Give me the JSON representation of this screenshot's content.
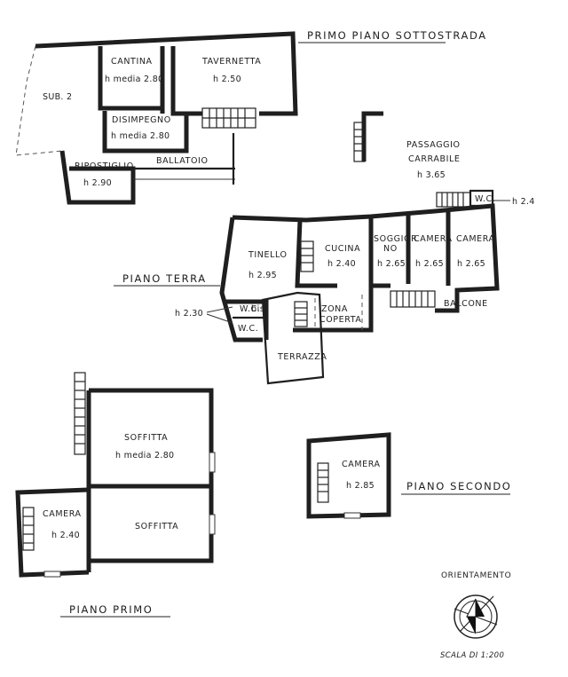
{
  "levels": {
    "sottostrada": "PRIMO PIANO SOTTOSTRADA",
    "terra": "PIANO TERRA",
    "primo": "PIANO PRIMO",
    "secondo": "PIANO SECONDO"
  },
  "sottostrada_rooms": {
    "cantina": {
      "name": "CANTINA",
      "height": "h media 2.80"
    },
    "tavernetta": {
      "name": "TAVERNETTA",
      "height": "h 2.50"
    },
    "disimpegno": {
      "name": "DISIMPEGNO",
      "height": "h media 2.80"
    },
    "ripostiglio": {
      "name": "RIPOSTIGLIO",
      "height": "h 2.90"
    },
    "ballatoio": "BALLATOIO",
    "sub": "SUB. 2",
    "passaggio": {
      "name1": "PASSAGGIO",
      "name2": "CARRABILE",
      "height": "h 3.65"
    }
  },
  "terra_rooms": {
    "tinello": {
      "name": "TINELLO",
      "height": "h 2.95"
    },
    "cucina": {
      "name": "CUCINA",
      "height": "h 2.40"
    },
    "soggiorno": {
      "name1": "SOGGIOR",
      "name2": "NO",
      "height": "h 2.65"
    },
    "camera1": {
      "name": "CAMERA",
      "height": "h 2.65"
    },
    "camera2": {
      "name": "CAMERA",
      "height": "h 2.65"
    },
    "wc1": "W.C.",
    "wc_top": "W.C.",
    "bis": "bis",
    "wc2": "W.C.",
    "wc_height": "h 2.30",
    "wc_right_height": "h 2.4",
    "zona": {
      "name1": "ZONA",
      "name2": "COPERTA"
    },
    "balcone": "BALCONE",
    "terrazza": "TERRAZZA"
  },
  "primo_rooms": {
    "soffitta1": {
      "name": "SOFFITTA",
      "height": "h media 2.80"
    },
    "soffitta2": {
      "name": "SOFFITTA"
    },
    "camera": {
      "name": "CAMERA",
      "height": "h 2.40"
    }
  },
  "secondo_rooms": {
    "camera": {
      "name": "CAMERA",
      "height": "h 2.85"
    }
  },
  "legend": {
    "orientamento": "ORIENTAMENTO",
    "scala": "SCALA DI 1:200"
  }
}
